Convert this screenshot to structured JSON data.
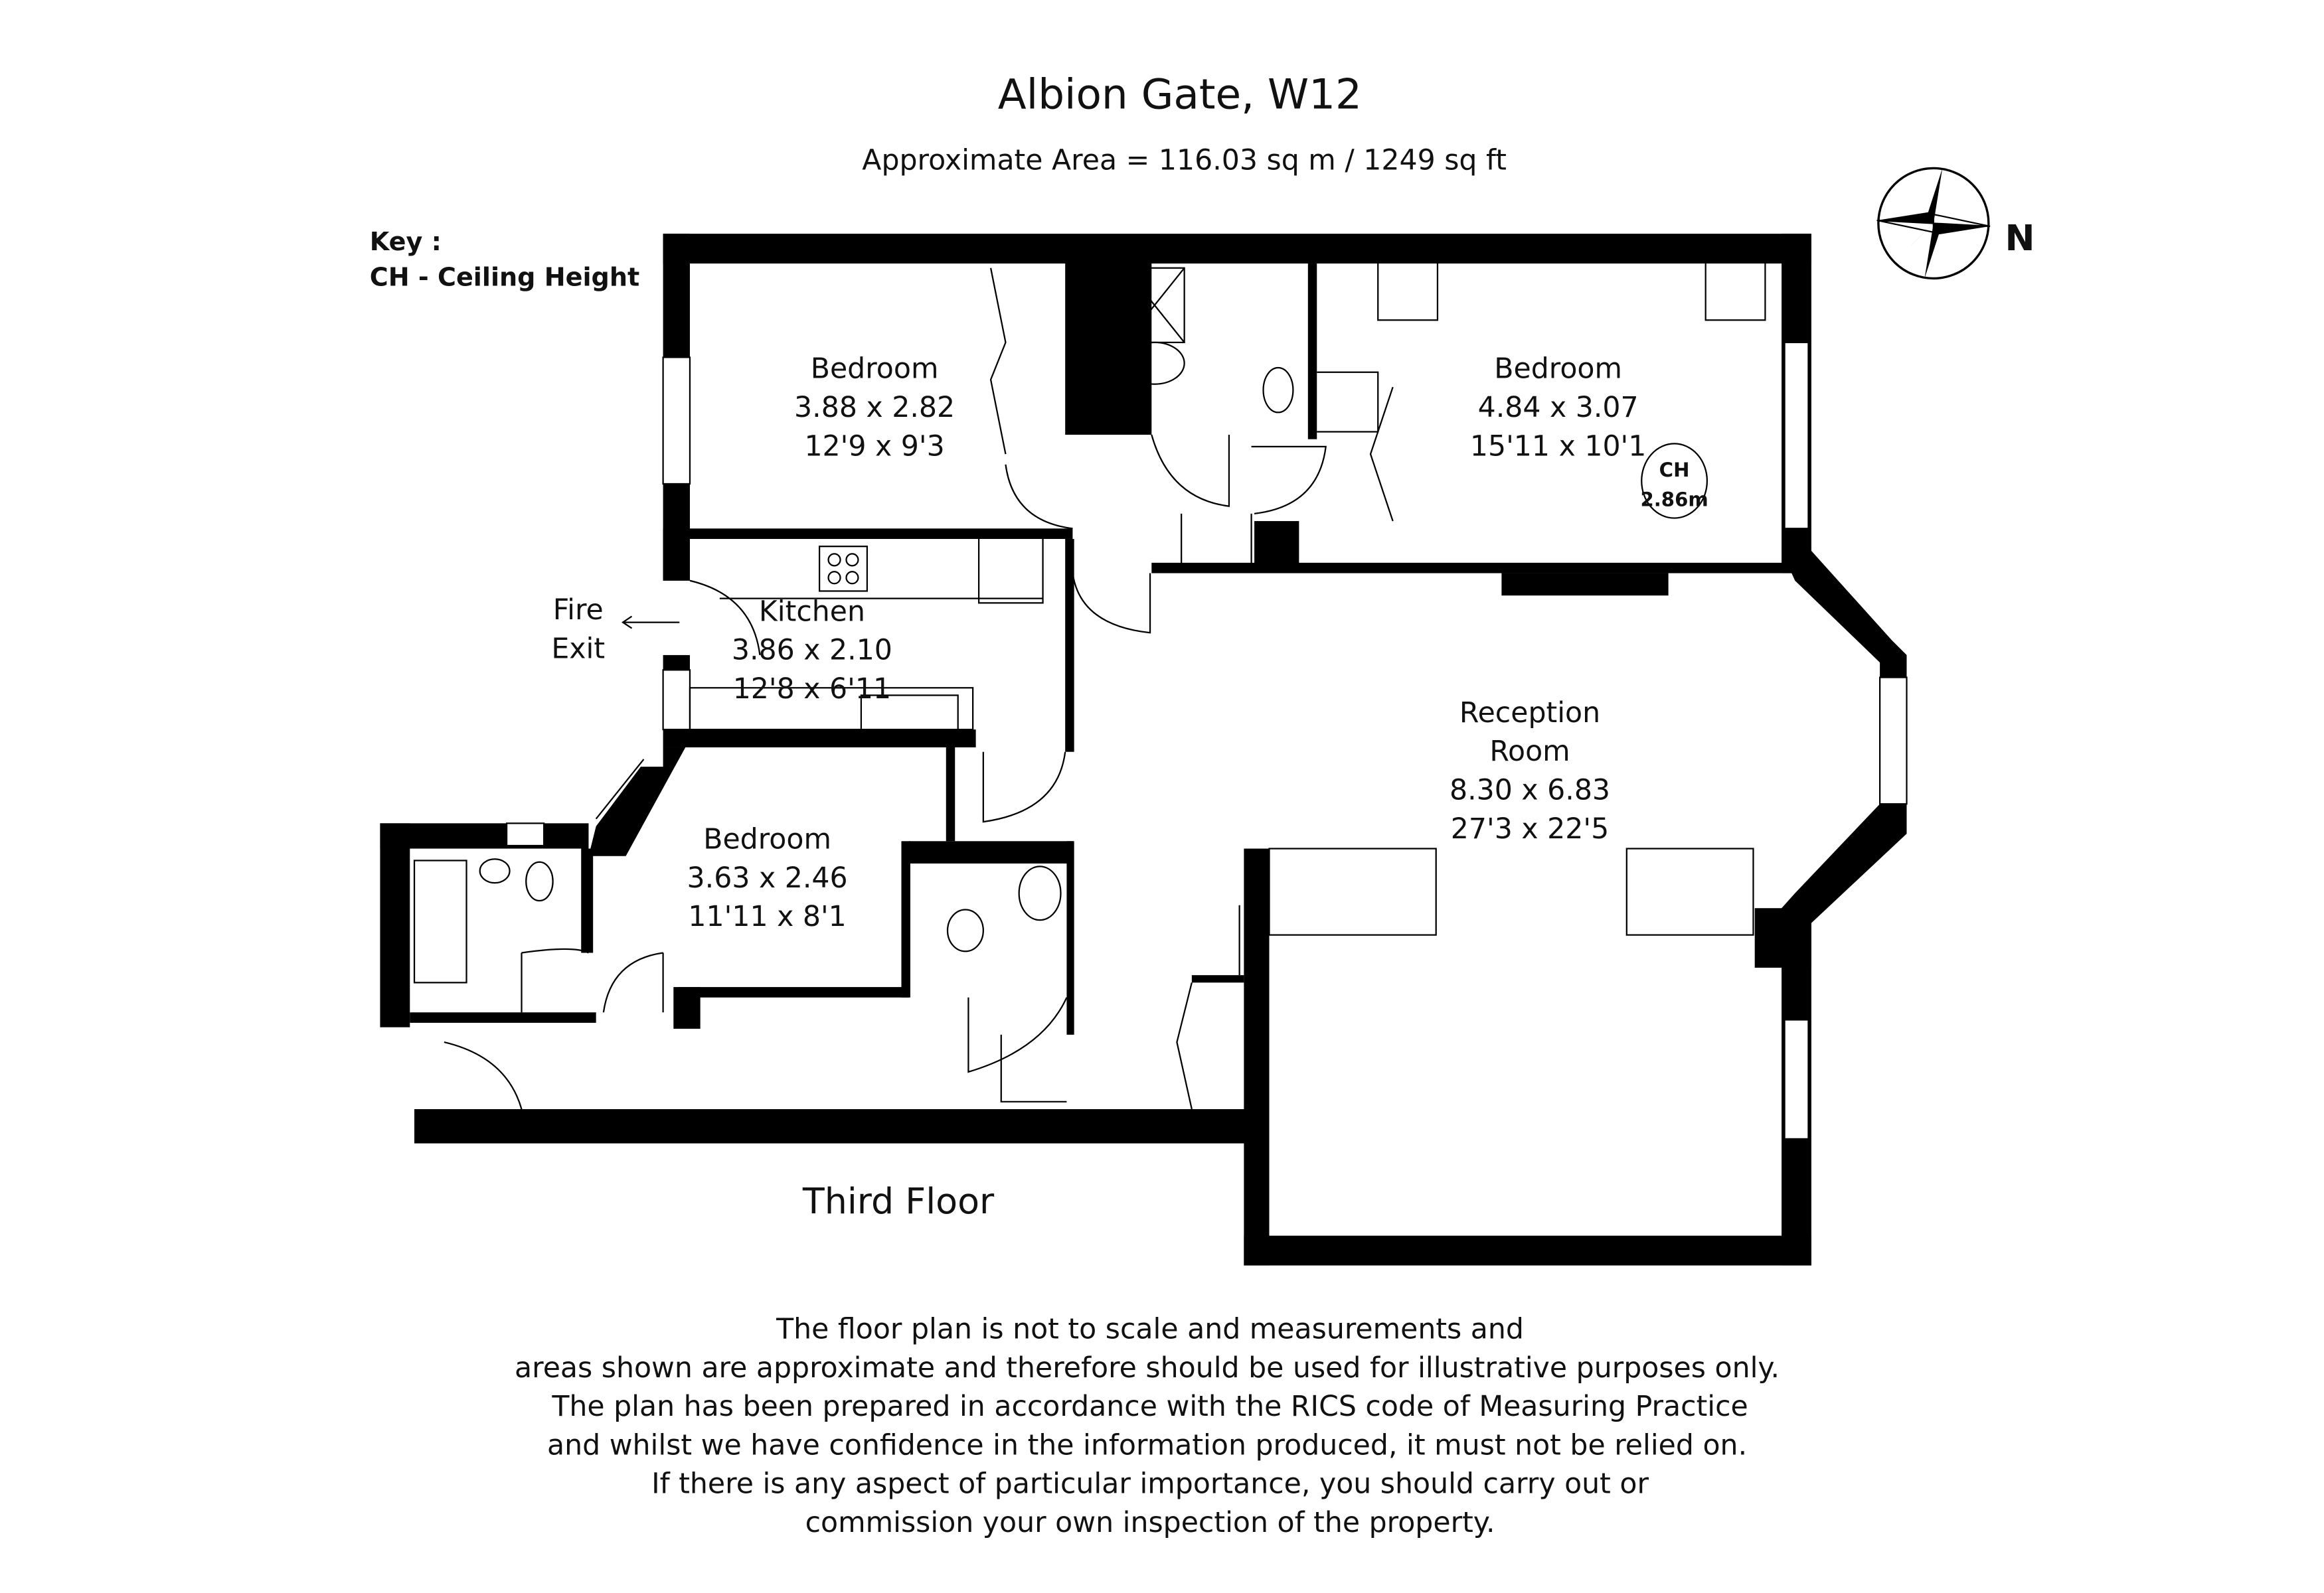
{
  "header": {
    "title": "Albion Gate, W12",
    "area": "Approximate Area =  116.03 sq m / 1249 sq ft"
  },
  "key": {
    "heading": "Key :",
    "entry": "CH - Ceiling Height"
  },
  "compass": {
    "label": "N",
    "icon": "compass-rose-icon"
  },
  "rooms": [
    {
      "name": "Bedroom",
      "metric": "3.88 x 2.82",
      "imperial": "12'9 x 9'3"
    },
    {
      "name": "Bedroom",
      "metric": "4.84 x 3.07",
      "imperial": "15'11 x 10'1"
    },
    {
      "name": "Kitchen",
      "metric": "3.86 x 2.10",
      "imperial": "12'8 x 6'11"
    },
    {
      "name": "Bedroom",
      "metric": "3.63 x 2.46",
      "imperial": "11'11 x 8'1"
    },
    {
      "name_line1": "Reception",
      "name_line2": "Room",
      "metric": "8.30 x 6.83",
      "imperial": "27'3 x 22'5"
    }
  ],
  "ceiling_height": {
    "label": "CH",
    "value": "2.86m"
  },
  "fire_exit": {
    "line1": "Fire",
    "line2": "Exit"
  },
  "floor_label": "Third Floor",
  "disclaimer": [
    "The floor plan is not to scale and measurements and",
    "areas shown are approximate and therefore should be used for illustrative purposes only.",
    "The plan has been prepared in accordance with the RICS code of Measuring Practice",
    "and whilst we have confidence in the information produced, it must not be relied on.",
    "If there is any aspect of particular importance, you should carry out or",
    "commission your own inspection of the property."
  ]
}
